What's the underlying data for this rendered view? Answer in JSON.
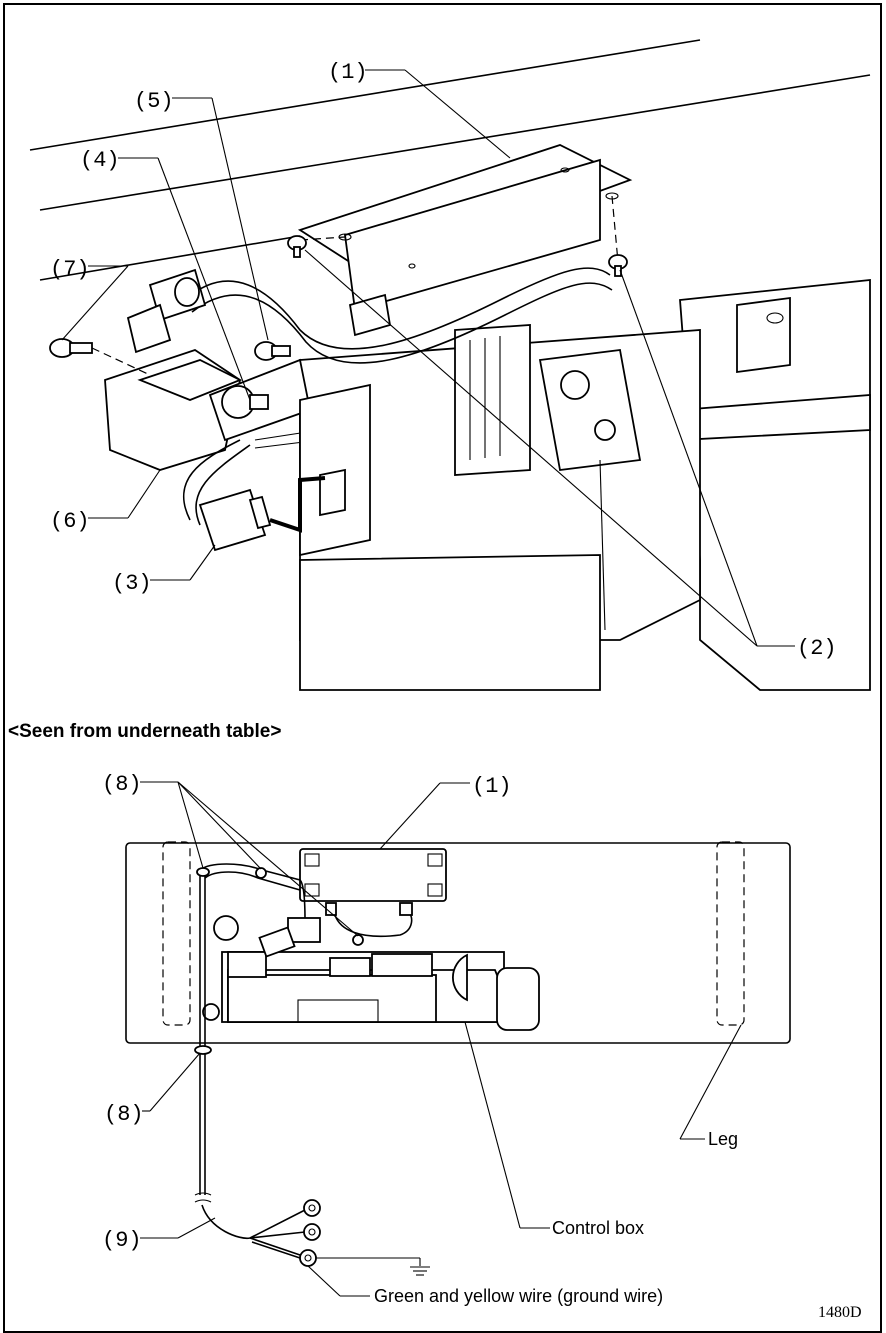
{
  "section_heading": "<Seen from underneath table>",
  "figure_id": "1480D",
  "top_view": {
    "callouts": {
      "c1": "(1)",
      "c2": "(2)",
      "c3": "(3)",
      "c4": "(4)",
      "c5": "(5)",
      "c6": "(6)",
      "c7": "(7)"
    }
  },
  "bottom_view": {
    "callouts": {
      "c1": "(1)",
      "c8_top": "(8)",
      "c8_bottom": "(8)",
      "c9": "(9)"
    },
    "labels": {
      "leg": "Leg",
      "control_box": "Control box",
      "ground_wire": "Green and yellow wire (ground wire)"
    }
  }
}
